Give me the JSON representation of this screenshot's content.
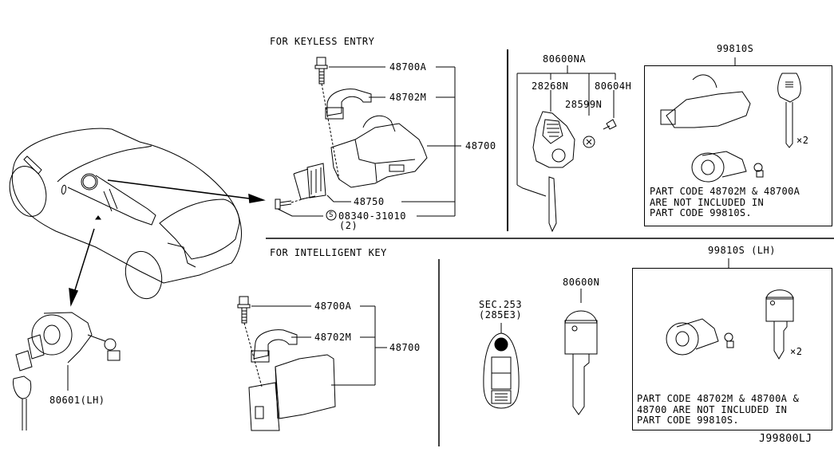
{
  "diagram_id": "J99800LJ",
  "sections": {
    "keyless_entry": {
      "title": "FOR KEYLESS ENTRY",
      "callouts": {
        "bolt": "48700A",
        "clamp": "48702M",
        "assembly": "48700",
        "cylinder": "48750",
        "screw": "08340-31010",
        "screw_qty": "(2)",
        "screw_symbol": "S"
      }
    },
    "keyless_key": {
      "parent": "80600NA",
      "children": [
        "28268N",
        "28599N",
        "80604H"
      ]
    },
    "keyless_kit": {
      "part": "99810S",
      "qty_label": "×2",
      "note": "PART CODE 48702M & 48700A\nARE NOT INCLUDED IN\nPART CODE 99810S."
    },
    "intelligent_key": {
      "title": "FOR INTELLIGENT KEY",
      "callouts": {
        "bolt": "48700A",
        "clamp": "48702M",
        "assembly": "48700"
      },
      "fob_ref": "SEC.253",
      "fob_ref_sub": "(285E3)",
      "key_part": "80600N"
    },
    "intelligent_kit": {
      "part": "99810S (LH)",
      "qty_label": "×2",
      "note": "PART CODE 48702M & 48700A &\n48700 ARE NOT INCLUDED IN\nPART CODE 99810S."
    },
    "door_lock": {
      "part": "80601(LH)"
    }
  }
}
